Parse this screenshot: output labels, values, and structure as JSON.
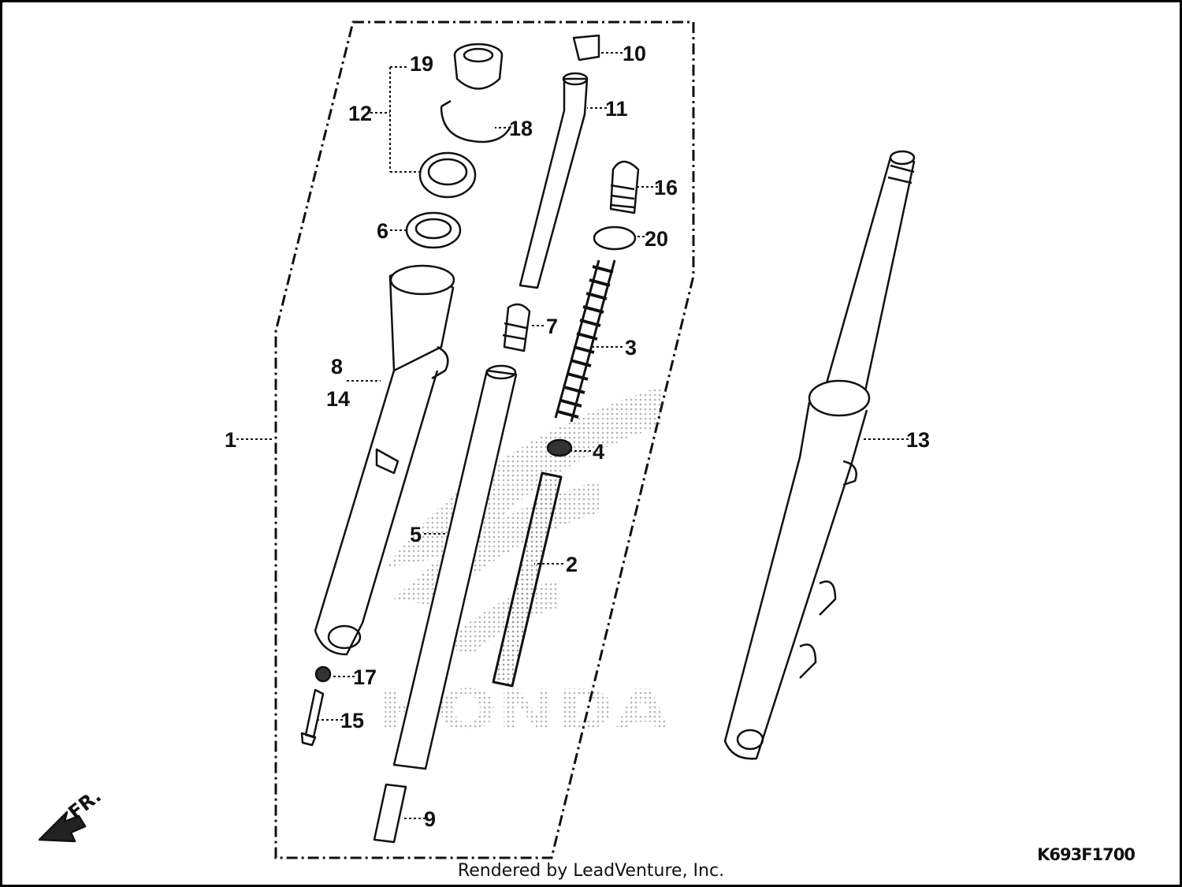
{
  "callouts": [
    "1",
    "2",
    "3",
    "4",
    "5",
    "6",
    "7",
    "8",
    "14",
    "9",
    "10",
    "11",
    "12",
    "13",
    "15",
    "16",
    "17",
    "18",
    "19",
    "20"
  ],
  "watermark": "HONDA",
  "direction_label": "FR.",
  "footer_text": "Rendered by LeadVenture, Inc.",
  "diagram_code": "K693F1700",
  "colors": {
    "line": "#111111",
    "watermark": "#bfbfbf",
    "background": "#ffffff"
  }
}
